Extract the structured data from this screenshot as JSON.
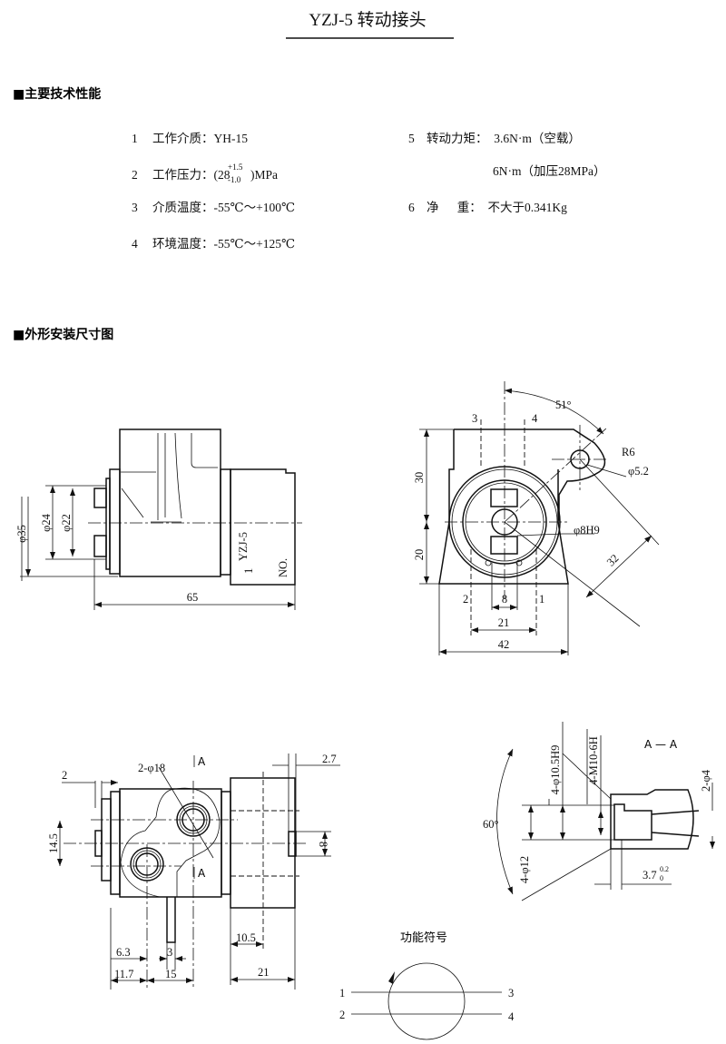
{
  "header": {
    "title": "YZJ-5  转动接头"
  },
  "specs": {
    "heading": "■主要技术性能",
    "items": [
      {
        "num": "1",
        "text": "工作介质：YH-15"
      },
      {
        "num": "2",
        "text": "工作压力：(28",
        "sup": "+1.5",
        "sub": "-1.0",
        "tail": ")MPa"
      },
      {
        "num": "3",
        "text": "介质温度：-55℃～+100℃"
      },
      {
        "num": "4",
        "text": "环境温度：-55℃～+125℃"
      },
      {
        "num": "5",
        "text": "转动力矩：  3.6N·m（空载）",
        "text2": "6N·m（加压28MPa）"
      },
      {
        "num": "6",
        "text": "净      重：  不大于0.341Kg"
      }
    ]
  },
  "drawing": {
    "heading": "■外形安装尺寸图",
    "side": {
      "d35": "φ35",
      "d24": "φ24",
      "d22": "φ22",
      "len": "65",
      "mark": "YZJ-5",
      "num": "1",
      "no": "NO."
    },
    "front": {
      "ang": "51°",
      "p3": "3",
      "p4": "4",
      "r6": "R6",
      "d52": "φ5.2",
      "d8h9": "φ8H9",
      "h30": "30",
      "h20": "20",
      "d32": "32",
      "p2": "2",
      "p1": "1",
      "w8": "8",
      "w21": "21",
      "w42": "42"
    },
    "bottom": {
      "holes": "2-φ18",
      "secA": "A",
      "d2": "2",
      "d27": "2.7",
      "d145": "14.5",
      "d8": "8",
      "d63": "6.3",
      "d3": "3",
      "d117": "11.7",
      "d15": "15",
      "d105": "10.5",
      "d21": "21"
    },
    "section": {
      "title": "A — A",
      "d105h9": "4-φ10.5H9",
      "m10": "4-M10-6H",
      "d12": "4-φ12",
      "ang": "60°",
      "d4": "2-φ4",
      "depth": "3.7",
      "tol_up": "0.2",
      "tol_lo": "0"
    },
    "symbol": {
      "title": "功能符号",
      "p1": "1",
      "p2": "2",
      "p3": "3",
      "p4": "4"
    }
  }
}
